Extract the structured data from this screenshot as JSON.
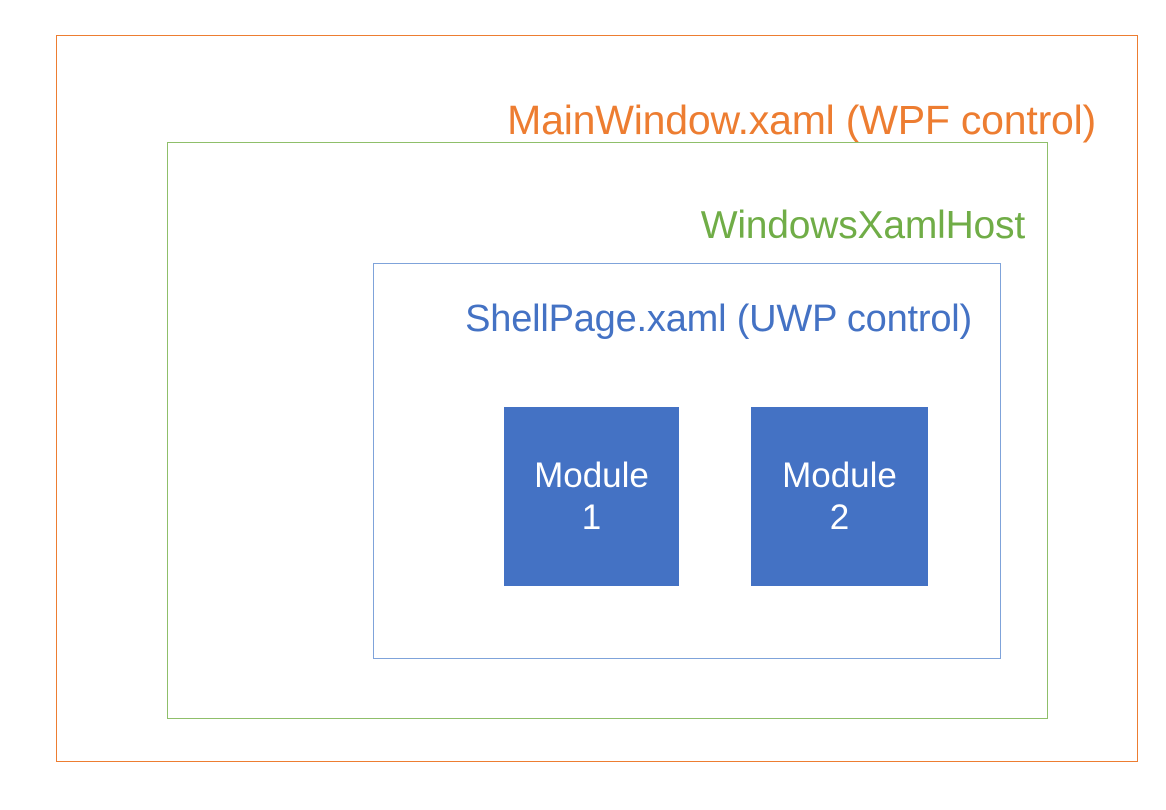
{
  "diagram": {
    "type": "nested-container-diagram",
    "background_color": "#FFFFFF",
    "layers": [
      {
        "id": "mainwindow",
        "title": "MainWindow.xaml (WPF control)",
        "color": "#ED7D31",
        "border_color": "#ED7D31",
        "title_align": "right"
      },
      {
        "id": "windowsxamlhost",
        "title": "WindowsXamlHost",
        "color": "#70AD47",
        "border_color": "#8FBF6A",
        "title_align": "right"
      },
      {
        "id": "shellpage",
        "title": "ShellPage.xaml (UWP control)",
        "color": "#4472C4",
        "border_color": "#7FA3DA",
        "title_align": "right"
      }
    ],
    "modules": [
      {
        "id": "module-1",
        "name_line_1": "Module",
        "name_line_2": "1",
        "fill_color": "#4472C4",
        "text_color": "#FFFFFF"
      },
      {
        "id": "module-2",
        "name_line_1": "Module",
        "name_line_2": "2",
        "fill_color": "#4472C4",
        "text_color": "#FFFFFF"
      }
    ]
  }
}
